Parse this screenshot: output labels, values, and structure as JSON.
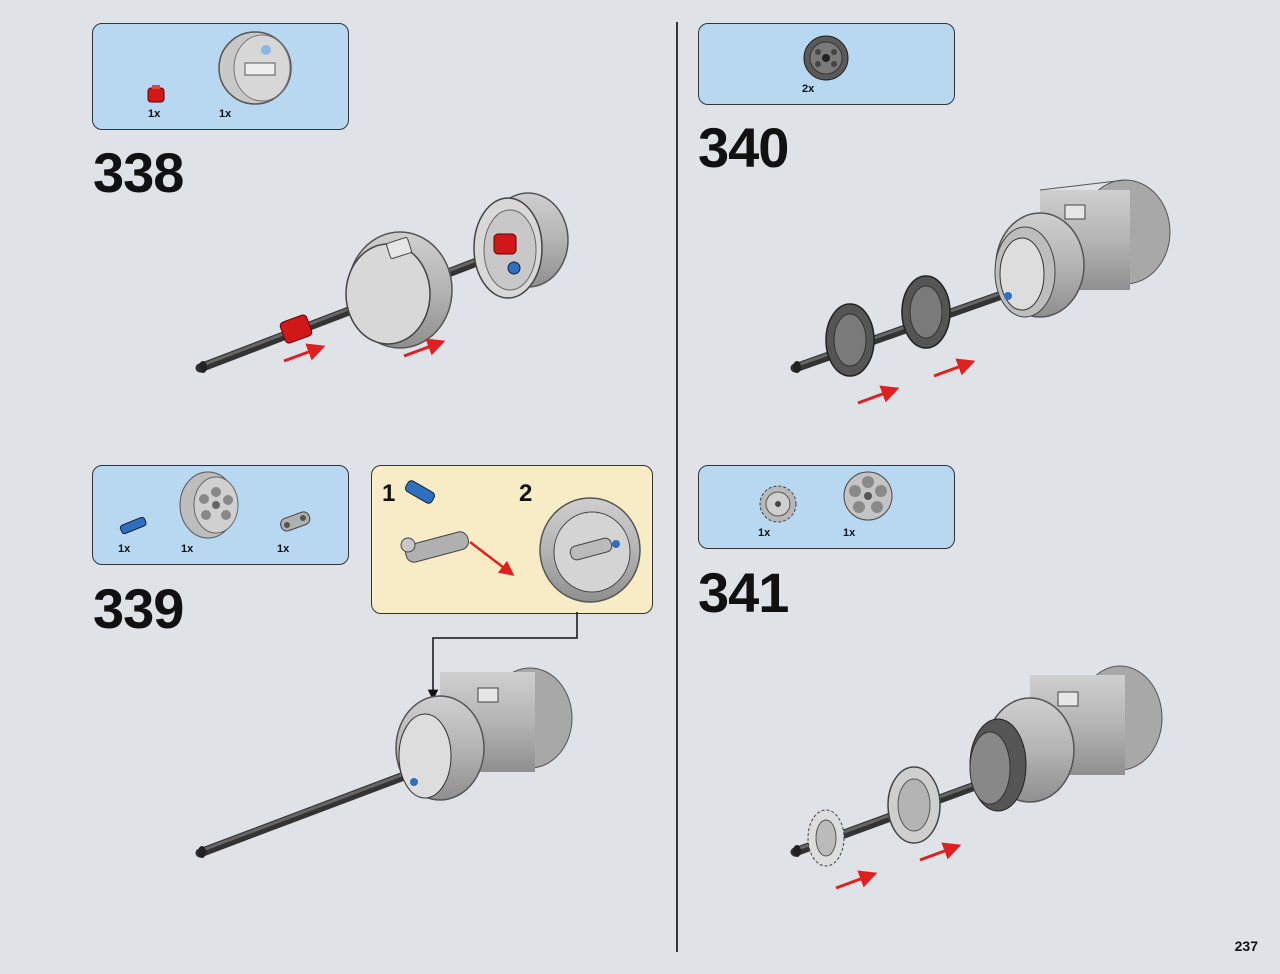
{
  "page": {
    "number": "237"
  },
  "steps": [
    {
      "number": "338",
      "parts": [
        {
          "qty": "1x",
          "icon": "red-axle-connector-icon"
        },
        {
          "qty": "1x",
          "icon": "hub-cylinder-icon"
        }
      ]
    },
    {
      "number": "339",
      "parts": [
        {
          "qty": "1x",
          "icon": "blue-pin-icon"
        },
        {
          "qty": "1x",
          "icon": "hub-wheel-icon"
        },
        {
          "qty": "1x",
          "icon": "liftarm-icon"
        }
      ],
      "substeps": [
        {
          "number": "1"
        },
        {
          "number": "2"
        }
      ]
    },
    {
      "number": "340",
      "parts": [
        {
          "qty": "2x",
          "icon": "gear-disc-icon"
        }
      ]
    },
    {
      "number": "341",
      "parts": [
        {
          "qty": "1x",
          "icon": "small-gear-icon"
        },
        {
          "qty": "1x",
          "icon": "hub-gear-icon"
        }
      ]
    }
  ],
  "colors": {
    "background": "#dfe3e8",
    "parts_box": "#b8d8f2",
    "sub_box": "#f8ecc6",
    "arrow": "#e02020",
    "part_red": "#d01818",
    "part_blue": "#2f6fc0",
    "part_gray": "#a8a8a8"
  }
}
